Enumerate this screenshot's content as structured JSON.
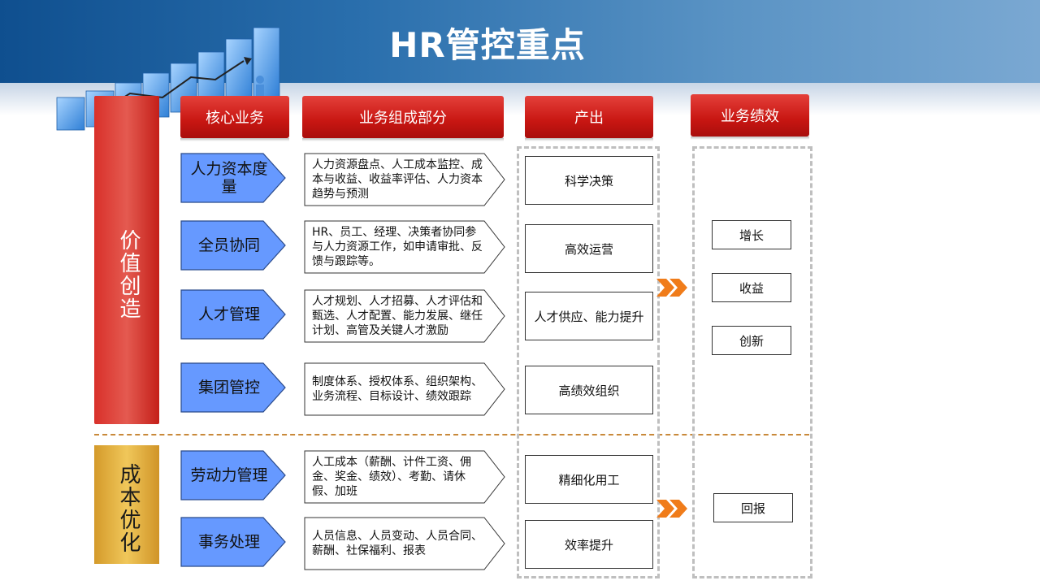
{
  "title": "HR管控重点",
  "column_headers": {
    "core_business": "核心业务",
    "components": "业务组成部分",
    "output": "产出",
    "performance": "业务绩效"
  },
  "side_labels": {
    "value_creation": "价值创造",
    "cost_optimization": "成本优化"
  },
  "value_rows": [
    {
      "business": "人力资本度量",
      "components": "人力资源盘点、人工成本监控、成本与收益、收益率评估、人力资本趋势与预测",
      "output": "科学决策"
    },
    {
      "business": "全员协同",
      "components": "HR、员工、经理、决策者协同参与人力资源工作，如申请审批、反馈与跟踪等。",
      "output": "高效运营"
    },
    {
      "business": "人才管理",
      "components": "人才规划、人才招募、人才评估和甄选、人才配置、能力发展、继任计划、高管及关键人才激励",
      "output": "人才供应、能力提升"
    },
    {
      "business": "集团管控",
      "components": "制度体系、授权体系、组织架构、业务流程、目标设计、绩效跟踪",
      "output": "高绩效组织"
    }
  ],
  "cost_rows": [
    {
      "business": "劳动力管理",
      "components": "人工成本（薪酬、计件工资、佣金、奖金、绩效）、考勤、请休假、加班",
      "output": "精细化用工"
    },
    {
      "business": "事务处理",
      "components": "人员信息、人员变动、人员合同、薪酬、社保福利、报表",
      "output": "效率提升"
    }
  ],
  "performance": {
    "value": [
      "增长",
      "收益",
      "创新"
    ],
    "cost": [
      "回报"
    ]
  },
  "colors": {
    "header_blue": "#1a5c9e",
    "red": "#c81612",
    "gold": "#e0b040",
    "pentagon_blue": "#6699ff",
    "arrow_orange": "#f07c1a"
  },
  "icons": [
    "chevron-double-right-icon",
    "bar-chart-growth-icon"
  ]
}
